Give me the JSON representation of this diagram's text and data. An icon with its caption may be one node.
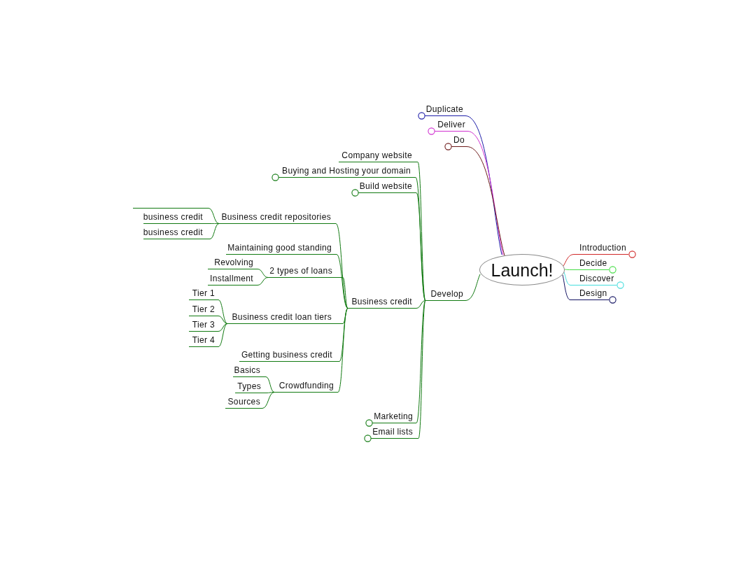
{
  "diagram": {
    "nodes": [
      {
        "text": [
          "Launch!"
        ]
      },
      {
        "text": [
          "Duplicate"
        ]
      },
      {
        "text": [
          "Deliver"
        ]
      },
      {
        "text": [
          "Do"
        ]
      },
      {
        "text": [
          "Introduction"
        ]
      },
      {
        "text": [
          "Decide"
        ]
      },
      {
        "text": [
          "Discover"
        ]
      },
      {
        "text": [
          "Design"
        ]
      },
      {
        "text": [
          "Develop"
        ]
      },
      {
        "text": [
          "Company website"
        ]
      },
      {
        "text": [
          "Buying and Hosting your domain"
        ]
      },
      {
        "text": [
          "Build website"
        ]
      },
      {
        "text": [
          "Business credit"
        ]
      },
      {
        "text": [
          "Business credit repositories"
        ]
      },
      {
        "text": [],
        "shape": "line"
      },
      {
        "text": [
          "business credit"
        ]
      },
      {
        "text": [
          "business credit"
        ]
      },
      {
        "text": [
          "Maintaining good standing"
        ]
      },
      {
        "text": [
          "2 types of loans"
        ]
      },
      {
        "text": [
          "Revolving"
        ]
      },
      {
        "text": [
          "Installment"
        ]
      },
      {
        "text": [
          "Business credit loan tiers"
        ]
      },
      {
        "text": [
          "Tier 1"
        ]
      },
      {
        "text": [
          "Tier 2"
        ]
      },
      {
        "text": [
          "Tier 3"
        ]
      },
      {
        "text": [
          "Tier 4"
        ]
      },
      {
        "text": [
          "Getting business credit"
        ]
      },
      {
        "text": [
          "Crowdfunding"
        ]
      },
      {
        "text": [
          "Basics"
        ]
      },
      {
        "text": [
          "Types"
        ]
      },
      {
        "text": [
          "Sources"
        ]
      },
      {
        "text": [
          "Marketing"
        ]
      },
      {
        "text": [
          "Email lists"
        ]
      }
    ],
    "edges": [
      {
        "from": 0,
        "to": 1,
        "arrow": "none",
        "color": "#1c1ca8"
      },
      {
        "from": 0,
        "to": 2,
        "arrow": "none",
        "color": "#d030d0"
      },
      {
        "from": 0,
        "to": 3,
        "arrow": "none",
        "color": "#6e1c1c"
      },
      {
        "from": 0,
        "to": 4,
        "arrow": "none",
        "color": "#d02828"
      },
      {
        "from": 0,
        "to": 5,
        "arrow": "none",
        "color": "#44dd44"
      },
      {
        "from": 0,
        "to": 6,
        "arrow": "none",
        "color": "#44dddd"
      },
      {
        "from": 0,
        "to": 7,
        "arrow": "none",
        "color": "#101060"
      },
      {
        "from": 0,
        "to": 8,
        "arrow": "none"
      },
      {
        "from": 8,
        "to": 9,
        "arrow": "none"
      },
      {
        "from": 8,
        "to": 10,
        "arrow": "none"
      },
      {
        "from": 8,
        "to": 11,
        "arrow": "none"
      },
      {
        "from": 8,
        "to": 12,
        "arrow": "none"
      },
      {
        "from": 12,
        "to": 13,
        "arrow": "none"
      },
      {
        "from": 13,
        "to": 14,
        "arrow": "none"
      },
      {
        "from": 13,
        "to": 15,
        "arrow": "none"
      },
      {
        "from": 13,
        "to": 16,
        "arrow": "none"
      },
      {
        "from": 12,
        "to": 17,
        "arrow": "none"
      },
      {
        "from": 12,
        "to": 18,
        "arrow": "none"
      },
      {
        "from": 18,
        "to": 19,
        "arrow": "none"
      },
      {
        "from": 18,
        "to": 20,
        "arrow": "none"
      },
      {
        "from": 12,
        "to": 21,
        "arrow": "none"
      },
      {
        "from": 21,
        "to": 22,
        "arrow": "none"
      },
      {
        "from": 21,
        "to": 23,
        "arrow": "none"
      },
      {
        "from": 21,
        "to": 24,
        "arrow": "none"
      },
      {
        "from": 21,
        "to": 25,
        "arrow": "none"
      },
      {
        "from": 12,
        "to": 26,
        "arrow": "none"
      },
      {
        "from": 12,
        "to": 27,
        "arrow": "none"
      },
      {
        "from": 27,
        "to": 28,
        "arrow": "none"
      },
      {
        "from": 27,
        "to": 29,
        "arrow": "none"
      },
      {
        "from": 27,
        "to": 30,
        "arrow": "none"
      },
      {
        "from": 8,
        "to": 31,
        "arrow": "none"
      },
      {
        "from": 8,
        "to": 32,
        "arrow": "none"
      }
    ]
  }
}
